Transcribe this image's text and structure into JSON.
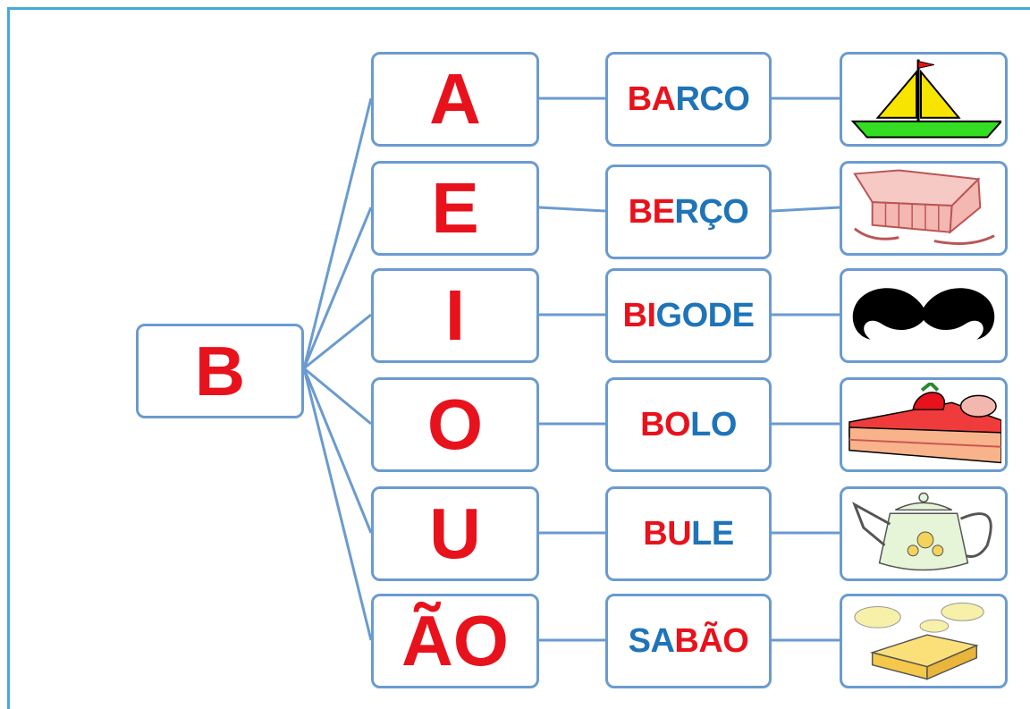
{
  "root": {
    "letter": "B"
  },
  "rows": [
    {
      "vowel": "A",
      "word_red": "BA",
      "word_blue": "RCO",
      "word_pre_blue": "",
      "picture": "sailboat-icon"
    },
    {
      "vowel": "E",
      "word_red": "BE",
      "word_blue": "RÇO",
      "word_pre_blue": "",
      "picture": "cradle-icon"
    },
    {
      "vowel": "I",
      "word_red": "BI",
      "word_blue": "GODE",
      "word_pre_blue": "",
      "picture": "mustache-icon"
    },
    {
      "vowel": "O",
      "word_red": "BO",
      "word_blue": "LO",
      "word_pre_blue": "",
      "picture": "cake-icon"
    },
    {
      "vowel": "U",
      "word_red": "BU",
      "word_blue": "LE",
      "word_pre_blue": "",
      "picture": "teapot-icon"
    },
    {
      "vowel": "ÃO",
      "word_red": "BÃO",
      "word_blue": "",
      "word_pre_blue": "SA",
      "picture": "soap-icon"
    }
  ],
  "colors": {
    "red": "#e8121c",
    "blue": "#1f74b8",
    "border": "#6a9bd0",
    "frame": "#45aad7"
  }
}
